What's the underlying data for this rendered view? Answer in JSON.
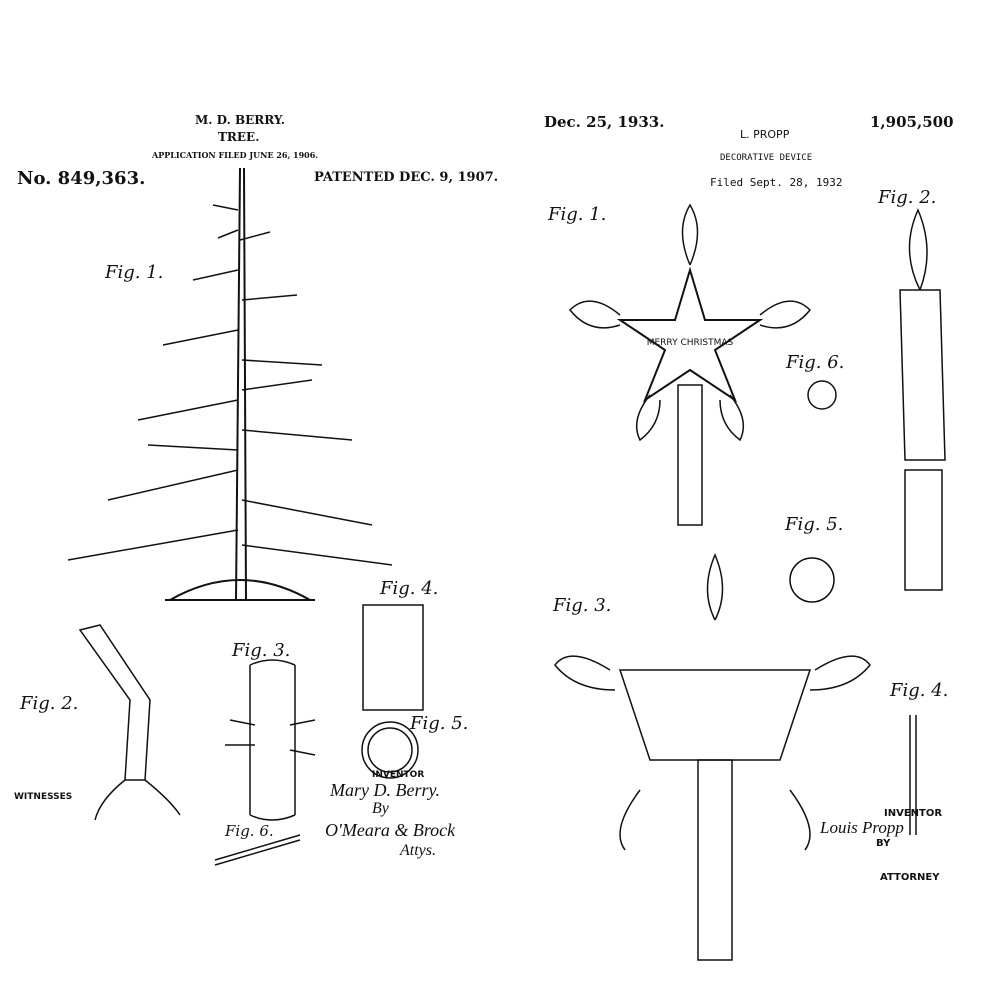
{
  "left_patent": {
    "inventor_name": "M. D. BERRY.",
    "title": "TREE.",
    "application_filed": "APPLICATION FILED JUNE 26, 1906.",
    "patent_number": "No. 849,363.",
    "patented_date": "PATENTED DEC. 9, 1907.",
    "figures": [
      "Fig. 1.",
      "Fig. 2.",
      "Fig. 3.",
      "Fig. 4.",
      "Fig. 5.",
      "Fig. 6."
    ],
    "witnesses_label": "WITNESSES",
    "inventor_label": "INVENTOR",
    "inventor_signature": "Mary D. Berry.",
    "by_label": "By",
    "attorneys_signature": "O'Meara & Brock",
    "attorneys_label": "Attys."
  },
  "right_patent": {
    "date": "Dec. 25, 1933.",
    "patent_number": "1,905,500",
    "inventor_name": "L. PROPP",
    "title": "DECORATIVE DEVICE",
    "filed": "Filed Sept. 28, 1932",
    "figures": [
      "Fig. 1.",
      "Fig. 2.",
      "Fig. 3.",
      "Fig. 4.",
      "Fig. 5.",
      "Fig. 6."
    ],
    "star_text": "MERRY CHRISTMAS",
    "inventor_label": "INVENTOR",
    "inventor_signature": "Louis Propp",
    "by_label": "BY",
    "attorney_label": "ATTORNEY"
  },
  "colors": {
    "ink": "#111111",
    "paper": "#ffffff"
  }
}
